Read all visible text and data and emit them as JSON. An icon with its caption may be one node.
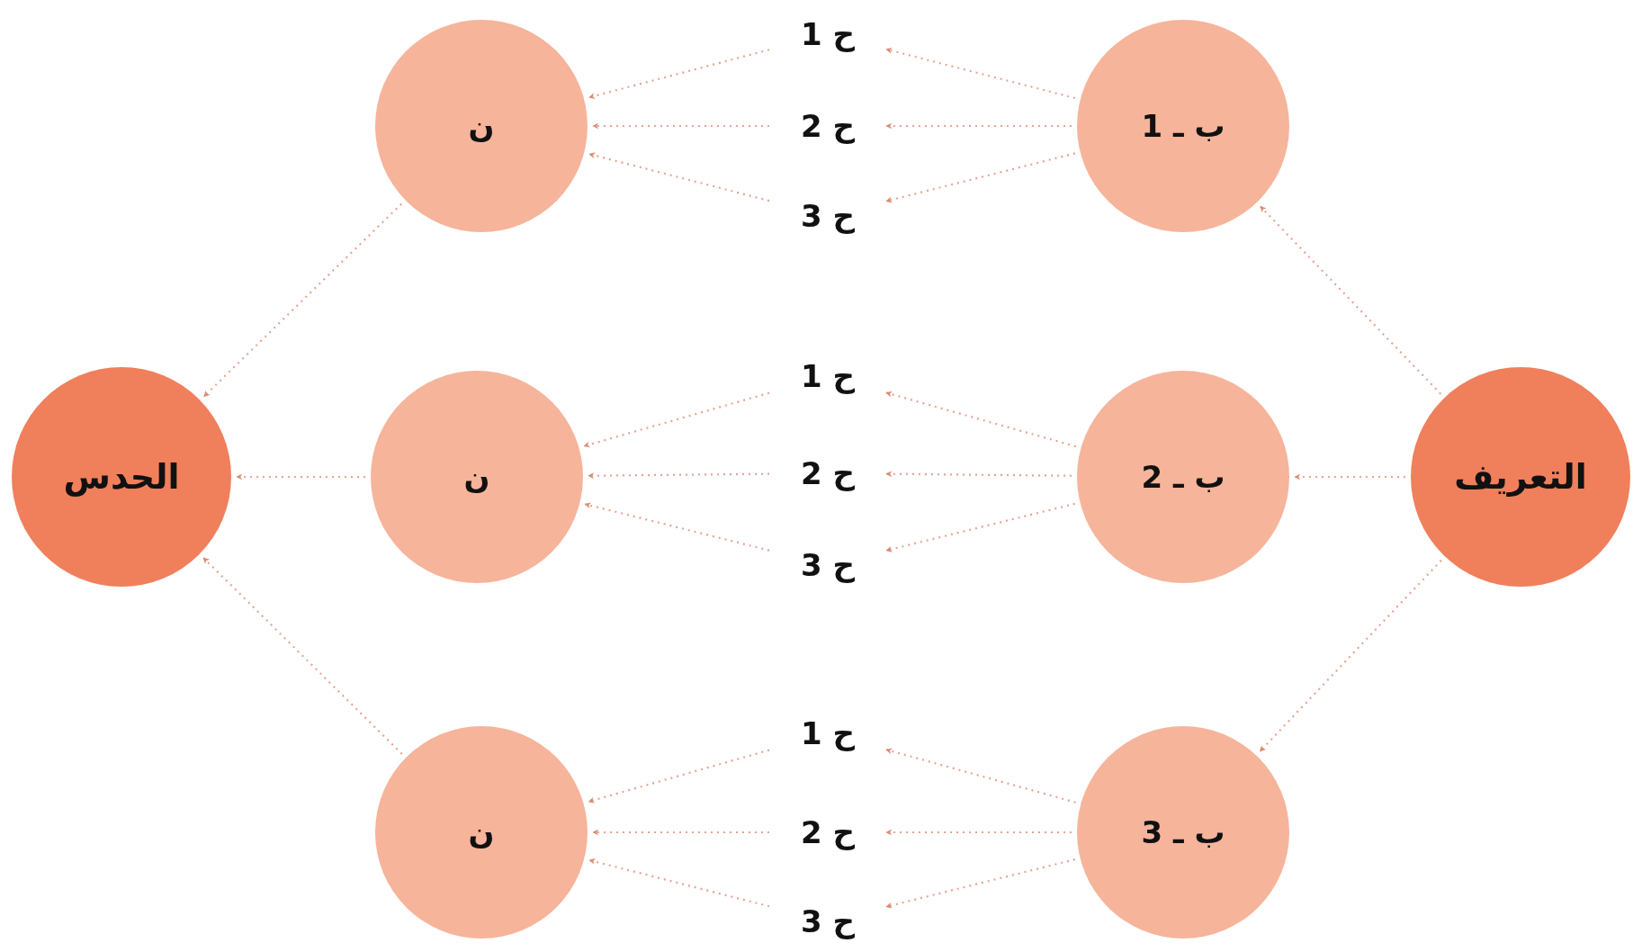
{
  "diagram": {
    "nodes": [
      {
        "text": [
          "الحدس"
        ]
      },
      {
        "text": [
          "ن"
        ]
      },
      {
        "text": [
          "ن"
        ]
      },
      {
        "text": [
          "ن"
        ]
      },
      {
        "text": [
          "ح 1"
        ]
      },
      {
        "text": [
          "ح 2"
        ]
      },
      {
        "text": [
          "ح 3"
        ]
      },
      {
        "text": [
          "ح 1"
        ]
      },
      {
        "text": [
          "ح 2"
        ]
      },
      {
        "text": [
          "ح 3"
        ]
      },
      {
        "text": [
          "ح 1"
        ]
      },
      {
        "text": [
          "ح 2"
        ]
      },
      {
        "text": [
          "ح 3"
        ]
      },
      {
        "text": [
          "ب ـ 1"
        ]
      },
      {
        "text": [
          "ب ـ 2"
        ]
      },
      {
        "text": [
          "ب ـ 3"
        ]
      },
      {
        "text": [
          "التعريف"
        ]
      }
    ],
    "edges": [
      {
        "from": 16,
        "to": 13,
        "arrow": "to",
        "style": "dashed"
      },
      {
        "from": 16,
        "to": 14,
        "arrow": "to",
        "style": "dashed"
      },
      {
        "from": 16,
        "to": 15,
        "arrow": "to",
        "style": "dashed"
      },
      {
        "from": 13,
        "to": 4,
        "arrow": "to",
        "style": "dashed"
      },
      {
        "from": 13,
        "to": 5,
        "arrow": "to",
        "style": "dashed"
      },
      {
        "from": 13,
        "to": 6,
        "arrow": "to",
        "style": "dashed"
      },
      {
        "from": 14,
        "to": 7,
        "arrow": "to",
        "style": "dashed"
      },
      {
        "from": 14,
        "to": 8,
        "arrow": "to",
        "style": "dashed"
      },
      {
        "from": 14,
        "to": 9,
        "arrow": "to",
        "style": "dashed"
      },
      {
        "from": 15,
        "to": 10,
        "arrow": "to",
        "style": "dashed"
      },
      {
        "from": 15,
        "to": 11,
        "arrow": "to",
        "style": "dashed"
      },
      {
        "from": 15,
        "to": 12,
        "arrow": "to",
        "style": "dashed"
      },
      {
        "from": 4,
        "to": 1,
        "arrow": "to",
        "style": "dashed"
      },
      {
        "from": 5,
        "to": 1,
        "arrow": "to",
        "style": "dashed"
      },
      {
        "from": 6,
        "to": 1,
        "arrow": "to",
        "style": "dashed"
      },
      {
        "from": 7,
        "to": 2,
        "arrow": "to",
        "style": "dashed"
      },
      {
        "from": 8,
        "to": 2,
        "arrow": "to",
        "style": "dashed"
      },
      {
        "from": 9,
        "to": 2,
        "arrow": "to",
        "style": "dashed"
      },
      {
        "from": 10,
        "to": 3,
        "arrow": "to",
        "style": "dashed"
      },
      {
        "from": 11,
        "to": 3,
        "arrow": "to",
        "style": "dashed"
      },
      {
        "from": 12,
        "to": 3,
        "arrow": "to",
        "style": "dashed"
      },
      {
        "from": 1,
        "to": 0,
        "arrow": "to",
        "style": "dashed"
      },
      {
        "from": 2,
        "to": 0,
        "arrow": "to",
        "style": "dashed"
      },
      {
        "from": 3,
        "to": 0,
        "arrow": "to",
        "style": "dashed"
      }
    ]
  }
}
